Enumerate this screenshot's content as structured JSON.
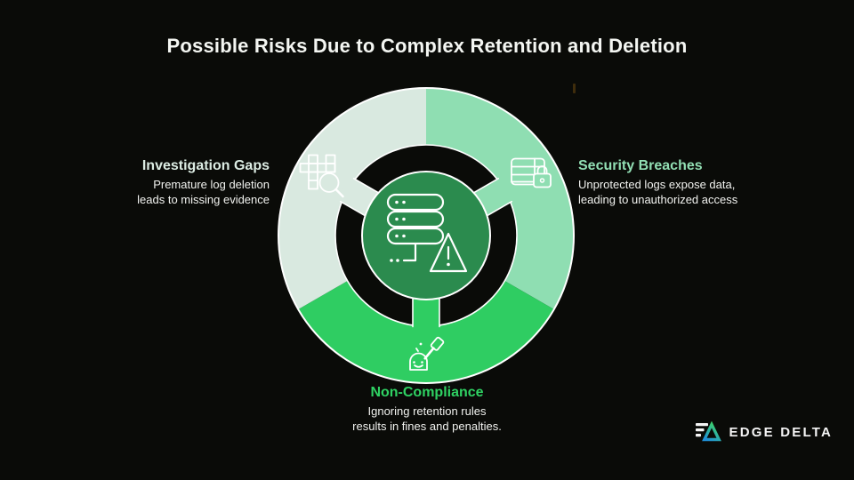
{
  "title": "Possible Risks Due to Complex Retention and Deletion",
  "colors": {
    "bg": "#0a0b08",
    "title_text": "#f4f6f2",
    "body_text": "#f1f2ef",
    "seg_light": "#d9e9e0",
    "seg_mid": "#8fdeb2",
    "seg_bright": "#2fcd62",
    "center_green": "#2b8b4e",
    "head_left": "#dcece3",
    "head_right": "#92dfb4",
    "head_bottom": "#2fd263",
    "white_line": "#ffffff",
    "logo_text": "#f5f5f5",
    "logo_green": "#3dd16c",
    "logo_blue": "#1f90d8"
  },
  "diagram": {
    "center": {
      "icon": "server-warning-icon"
    },
    "segments": [
      {
        "id": "investigation-gaps",
        "icon": "grid-magnifier-icon",
        "heading": "Investigation Gaps",
        "desc_line1": "Premature log deletion",
        "desc_line2": "leads to missing evidence"
      },
      {
        "id": "security-breaches",
        "icon": "table-lock-icon",
        "heading": "Security Breaches",
        "desc_line1": "Unprotected logs expose data,",
        "desc_line2": "leading to unauthorized access"
      },
      {
        "id": "non-compliance",
        "icon": "gavel-bell-icon",
        "heading": "Non-Compliance",
        "desc_line1": "Ignoring retention rules",
        "desc_line2": "results in fines and penalties."
      }
    ]
  },
  "logo": {
    "text": "EDGE DELTA"
  }
}
